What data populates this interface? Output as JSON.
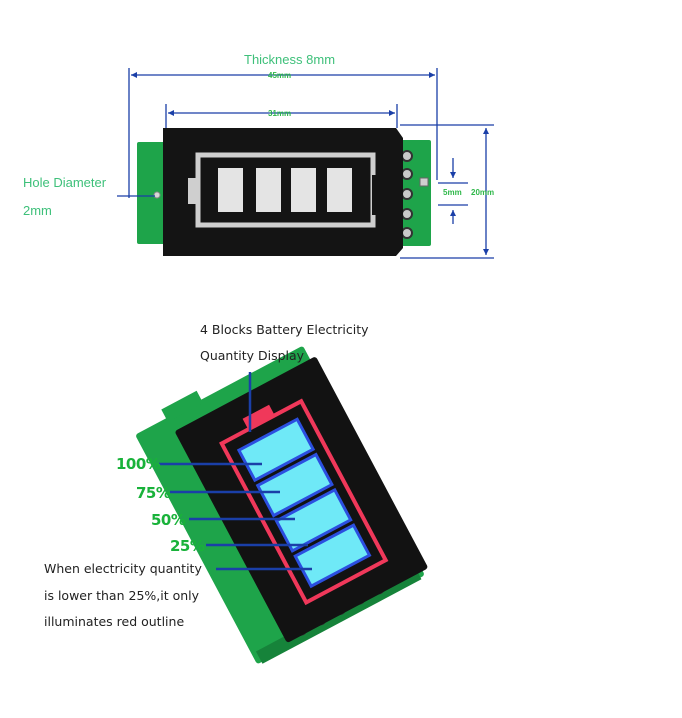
{
  "top_view": {
    "thickness_label": "Thickness 8mm",
    "width_outer": "45mm",
    "width_inner": "31mm",
    "hole_diameter_line1": "Hole Diameter",
    "hole_diameter_line2": "2mm",
    "pin_pitch": "5mm",
    "height": "20mm"
  },
  "angled_view": {
    "title_line1": "4 Blocks Battery Electricity",
    "title_line2": "Quantity Display",
    "levels": [
      "100%",
      "75%",
      "50%",
      "25%"
    ],
    "note_line1": "When electricity quantity",
    "note_line2": "is lower than 25%,it only",
    "note_line3": "illuminates red outline"
  },
  "colors": {
    "pcb_green": "#1ea44a",
    "module_black": "#141414",
    "dimension_blue": "#1a3fa8",
    "cell_cyan": "#6fe9f7",
    "outline_red": "#f0385a",
    "label_green": "#19b23a"
  }
}
